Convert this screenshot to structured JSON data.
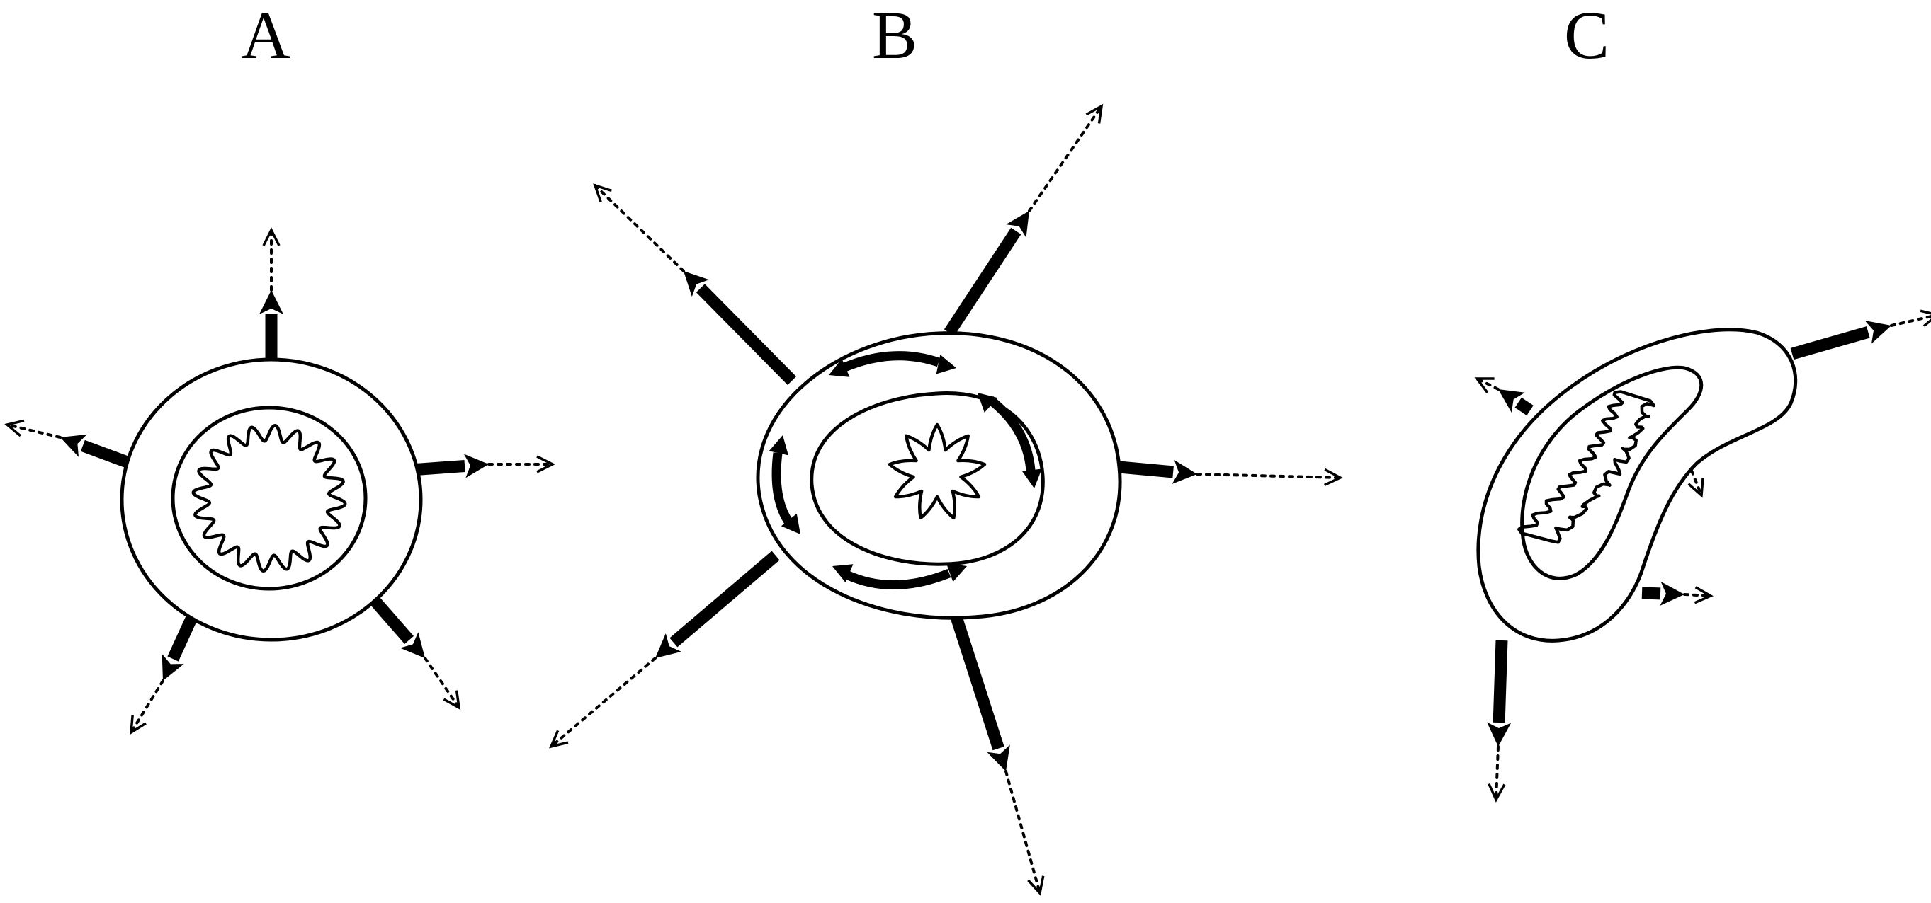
{
  "panels": [
    {
      "id": "a",
      "label": "A"
    },
    {
      "id": "b",
      "label": "B"
    },
    {
      "id": "c",
      "label": "C"
    }
  ],
  "colors": {
    "ink": "#000000",
    "background": "#ffffff"
  },
  "arrow_styles": {
    "solid": "thick-filled-arrowhead",
    "extension": "dotted-open-arrowhead"
  }
}
